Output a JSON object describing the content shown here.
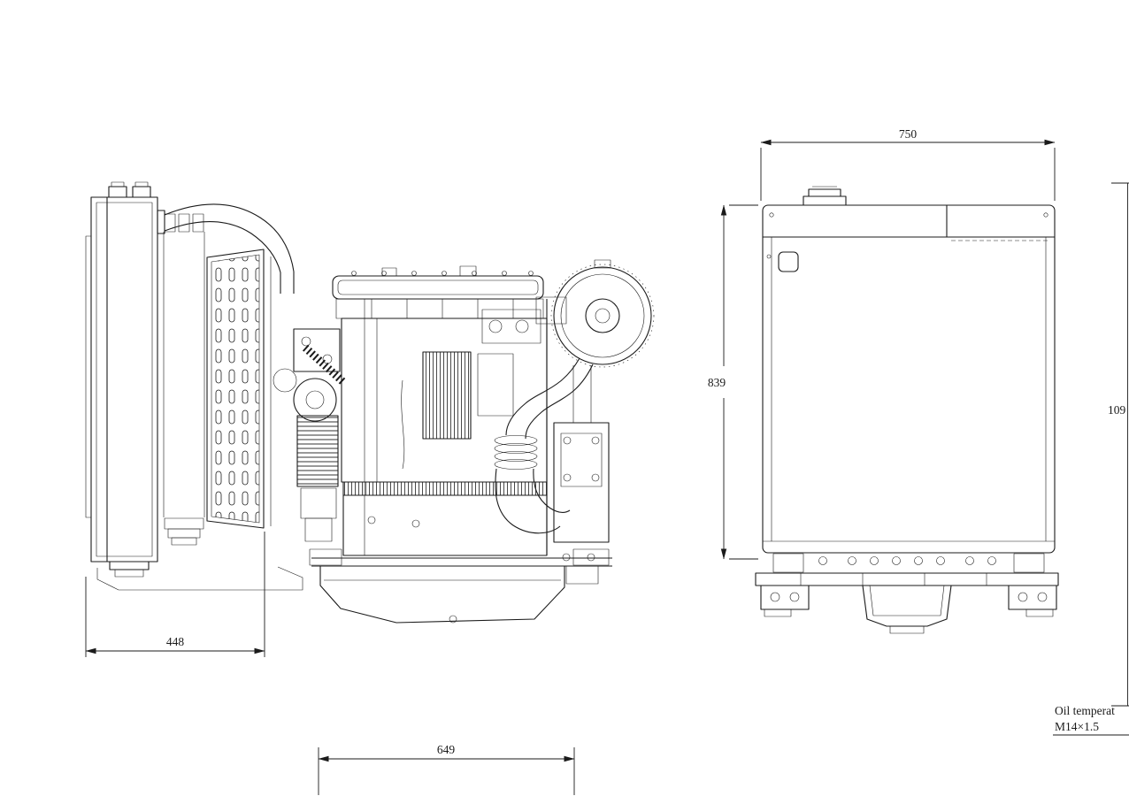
{
  "colors": {
    "background": "#ffffff",
    "line": "#1b1b1b"
  },
  "dimensions": {
    "front_view_width": "750",
    "front_view_height": "839",
    "right_edge_height": "109",
    "side_view_radiator_depth": "448",
    "side_view_base_length": "649"
  },
  "notes": {
    "oil_temp": "Oil temperat",
    "thread_spec": "M14×1.5"
  }
}
